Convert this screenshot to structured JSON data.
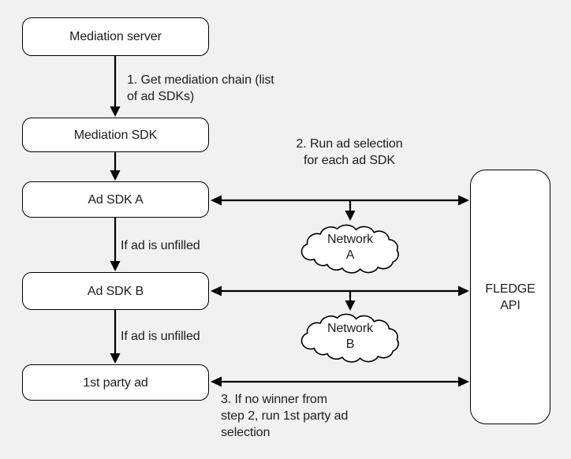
{
  "colors": {
    "background": "#f1f1f2",
    "node_fill": "#ffffff",
    "stroke": "#000000",
    "text": "#1c1c1c"
  },
  "nodes": {
    "mediation_server": {
      "label": "Mediation server"
    },
    "mediation_sdk": {
      "label": "Mediation SDK"
    },
    "ad_sdk_a": {
      "label": "Ad SDK A"
    },
    "ad_sdk_b": {
      "label": "Ad SDK B"
    },
    "first_party_ad": {
      "label": "1st party ad"
    },
    "fledge_api": {
      "label": "FLEDGE\nAPI"
    },
    "network_a": {
      "label": "Network\nA"
    },
    "network_b": {
      "label": "Network\nB"
    }
  },
  "annotations": {
    "step1": {
      "text": "1. Get mediation chain (list\nof ad SDKs)"
    },
    "step2": {
      "text": "2. Run ad selection\nfor each ad SDK"
    },
    "step3": {
      "text": "3. If no winner from\nstep 2, run 1st party ad\nselection"
    },
    "unfilled_a": {
      "text": "If ad is unfilled"
    },
    "unfilled_b": {
      "text": "If ad is unfilled"
    }
  }
}
